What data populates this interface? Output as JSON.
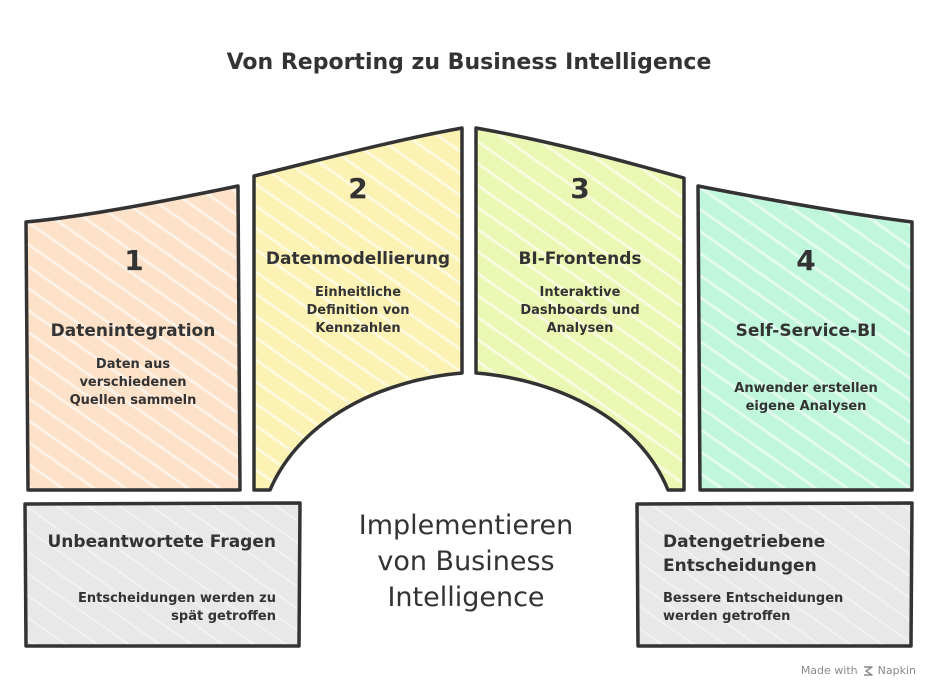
{
  "title": "Von Reporting zu Business Intelligence",
  "steps": [
    {
      "number": "1",
      "heading": "Datenintegration",
      "description": "Daten aus verschiedenen Quellen sammeln",
      "color": "#fde1c8"
    },
    {
      "number": "2",
      "heading": "Datenmodellierung",
      "description": "Einheitliche Definition von Kennzahlen",
      "color": "#fbf2b4"
    },
    {
      "number": "3",
      "heading": "BI-Frontends",
      "description": "Interaktive Dashboards und Analysen",
      "color": "#eaf8b4"
    },
    {
      "number": "4",
      "heading": "Self-Service-BI",
      "description": "Anwender erstellen eigene Analysen",
      "color": "#c0f7dc"
    }
  ],
  "center_label": "Implementieren von Business Intelligence",
  "outcome_left": {
    "heading": "Unbeantwortete Fragen",
    "description": "Entscheidungen werden zu spät getroffen"
  },
  "outcome_right": {
    "heading": "Datengetriebene Entscheidungen",
    "description": "Bessere Entscheidungen werden getroffen"
  },
  "footer": {
    "made_with": "Made with",
    "brand": "Napkin"
  },
  "colors": {
    "outline": "#333333",
    "box_fill": "#e8e8e8"
  }
}
